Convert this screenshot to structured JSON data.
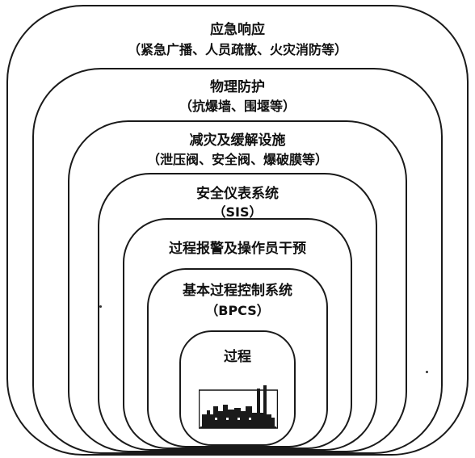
{
  "layers": [
    {
      "title": "应急响应",
      "subtitle": "（紧急广播、人员疏散、火灾消防等）"
    },
    {
      "title": "物理防护",
      "subtitle": "（抗爆墙、围堰等）"
    },
    {
      "title": "减灾及缓解设施",
      "subtitle": "（泄压阀、安全阀、爆破膜等）"
    },
    {
      "title": "安全仪表系统",
      "subtitle": "（SIS）"
    },
    {
      "title": "过程报警及操作员干预",
      "subtitle": ""
    },
    {
      "title": "基本过程控制系统",
      "subtitle": "（BPCS）"
    },
    {
      "title": "过程",
      "subtitle": ""
    }
  ],
  "icons": {
    "factory": "factory-icon"
  }
}
